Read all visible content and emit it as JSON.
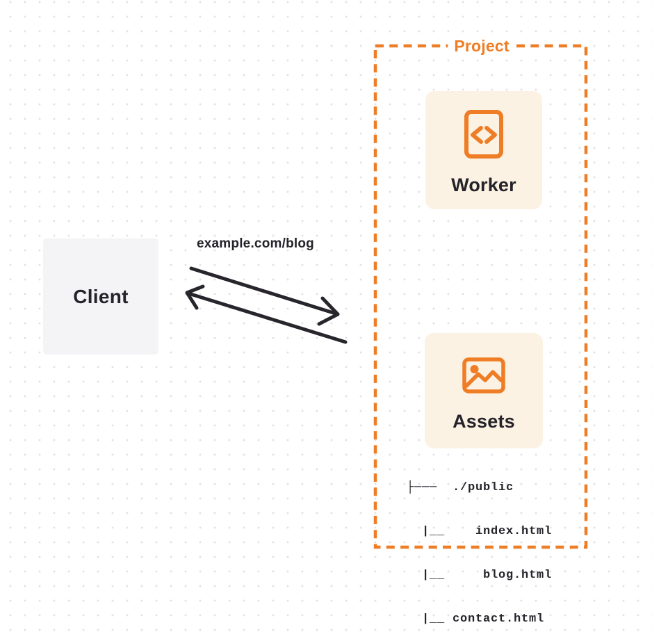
{
  "title": "Client to Worker and Assets routing diagram",
  "colors": {
    "accent": "#ee7d25",
    "card_bg": "#fcf2e4",
    "client_bg": "#f4f4f6",
    "ink": "#26242a",
    "dot_grid": "#e2e2e6"
  },
  "project": {
    "label": "Project"
  },
  "client": {
    "label": "Client"
  },
  "request": {
    "url": "example.com/blog"
  },
  "worker": {
    "label": "Worker",
    "icon": "code-file-icon"
  },
  "assets": {
    "label": "Assets",
    "icon": "image-icon"
  },
  "file_tree": {
    "lines": [
      "├───  ./public",
      "  |__    index.html",
      "  |__     blog.html",
      "  |__ contact.html"
    ]
  },
  "arrows": {
    "request_arrow": "client-to-project",
    "response_arrow": "project-to-client"
  }
}
